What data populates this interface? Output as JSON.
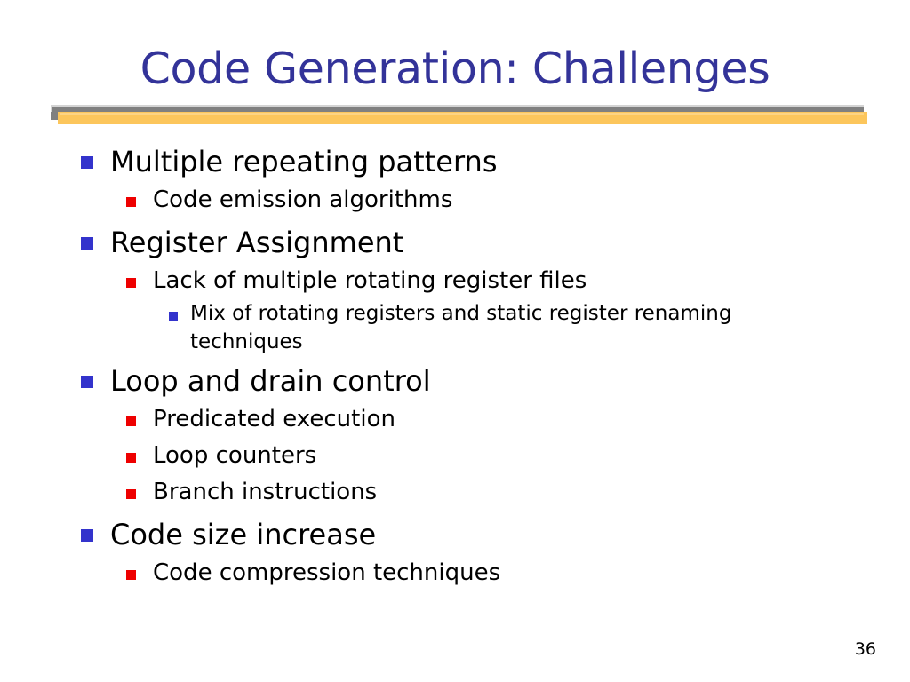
{
  "slide": {
    "title": "Code Generation: Challenges",
    "page_number": "36",
    "title_color": "#333399",
    "divider_gray_color": "#808080",
    "divider_orange_color": "#fcc65c",
    "bullet_level1_color": "#3333cc",
    "bullet_level2_color": "#ee0000",
    "bullet_level3_color": "#3333cc",
    "body_text_color": "#000000",
    "background_color": "#ffffff"
  },
  "bullets": [
    {
      "level": 1,
      "text": "Multiple repeating patterns",
      "bullet_icon": "square-bullet-blue"
    },
    {
      "level": 2,
      "text": "Code emission algorithms",
      "bullet_icon": "square-bullet-red"
    },
    {
      "level": 1,
      "text": "Register Assignment",
      "bullet_icon": "square-bullet-blue"
    },
    {
      "level": 2,
      "text": "Lack of multiple rotating register files",
      "bullet_icon": "square-bullet-red"
    },
    {
      "level": 3,
      "text": "Mix of rotating registers and static register renaming techniques",
      "bullet_icon": "square-bullet-blue"
    },
    {
      "level": 1,
      "text": "Loop and drain control",
      "bullet_icon": "square-bullet-blue"
    },
    {
      "level": 2,
      "text": "Predicated execution",
      "bullet_icon": "square-bullet-red"
    },
    {
      "level": 2,
      "text": "Loop counters",
      "bullet_icon": "square-bullet-red"
    },
    {
      "level": 2,
      "text": "Branch instructions",
      "bullet_icon": "square-bullet-red"
    },
    {
      "level": 1,
      "text": "Code size increase",
      "bullet_icon": "square-bullet-blue"
    },
    {
      "level": 2,
      "text": "Code compression techniques",
      "bullet_icon": "square-bullet-red"
    }
  ]
}
